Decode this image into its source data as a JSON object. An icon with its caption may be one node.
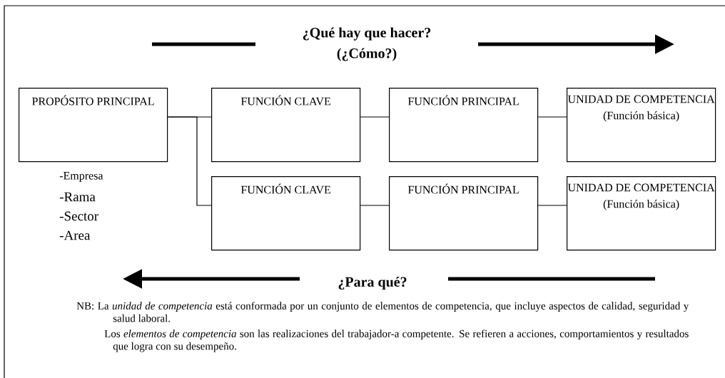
{
  "diagram": {
    "nodes": [
      {
        "text": [
          "PROPÓSITO PRINCIPAL"
        ]
      },
      {
        "text": [
          "FUNCIÓN CLAVE"
        ]
      },
      {
        "text": [
          "FUNCIÓN PRINCIPAL"
        ]
      },
      {
        "text": [
          "UNIDAD DE COMPETENCIA",
          "(Función básica)"
        ]
      },
      {
        "text": [
          "FUNCIÓN CLAVE"
        ]
      },
      {
        "text": [
          "FUNCIÓN PRINCIPAL"
        ]
      },
      {
        "text": [
          "UNIDAD DE COMPETENCIA",
          "(Función básica)"
        ]
      }
    ],
    "edges": [
      {
        "from": 0,
        "to": 1,
        "arrow": "none"
      },
      {
        "from": 0,
        "to": 4,
        "arrow": "none"
      },
      {
        "from": 1,
        "to": 2,
        "arrow": "none"
      },
      {
        "from": 2,
        "to": 3,
        "arrow": "none"
      },
      {
        "from": 4,
        "to": 5,
        "arrow": "none"
      },
      {
        "from": 5,
        "to": 6,
        "arrow": "none"
      }
    ],
    "labels": [
      "¿Qué hay que hacer? (¿Cómo?)",
      "-Empresa",
      "-Rama",
      "-Sector",
      "-Area",
      "¿Para qué?",
      "NB: La *unidad de competencia* está conformada por un conjunto de elementos de competencia, que incluye aspectos de calidad, seguridad y salud laboral.",
      "Los *elementos de competencia* son las realizaciones del trabajador-a competente. Se refieren a acciones, comportamientos y resultados que logra con su desempeño."
    ]
  }
}
